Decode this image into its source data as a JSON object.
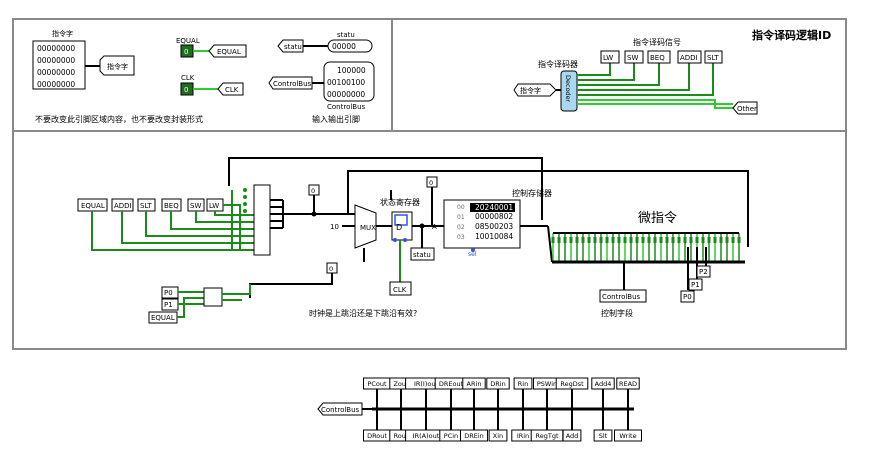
{
  "title": "指令译码逻辑ID",
  "top_left": {
    "instr_word_label": "指令字",
    "bits": [
      "00000000",
      "00000000",
      "00000000",
      "00000000"
    ],
    "instr_tunnel": "指令字",
    "equal_label": "EQUAL",
    "equal_value": "0",
    "equal_tunnel": "EQUAL",
    "clk_label": "CLK",
    "clk_value": "0",
    "clk_tunnel": "CLK",
    "statu_label": "statu",
    "statu_tunnel": "statu",
    "statu_value": "00000",
    "cb_tunnel": "ControlBus",
    "cb_bits": [
      "100000",
      "00100100",
      "00000000"
    ],
    "cb_label": "ControlBus",
    "note": "不要改变此引脚区域内容，也不要改变封装形式",
    "io_title": "输入输出引脚"
  },
  "decoder": {
    "section_title": "指令译码信号",
    "decoder_title": "指令译码器",
    "input_tunnel": "指令字",
    "block_label": "Decoder",
    "outputs": [
      "LW",
      "SW",
      "BEQ",
      "ADDI",
      "SLT"
    ],
    "other": "Other"
  },
  "fsm": {
    "inputs": [
      "EQUAL",
      "ADDI",
      "SLT",
      "BEQ",
      "SW",
      "LW"
    ],
    "const_top": "0",
    "const_mid": "0",
    "const_right": "0",
    "mux_const": "10",
    "mux_label": "MUX",
    "state_reg_title": "状态寄存器",
    "d_label": "D",
    "statu_tunnel": "statu",
    "clk_tunnel": "CLK",
    "p_inputs": [
      "P0",
      "P1",
      "EQUAL"
    ],
    "clock_note": "时钟是上跳沿还是下跳沿有效?",
    "rom_title": "控制存储器",
    "rom_addrs": [
      "00",
      "01",
      "02",
      "03"
    ],
    "rom_values": [
      "20240001",
      "00000802",
      "08500203",
      "10010084"
    ],
    "rom_sel": "sel",
    "micro_title": "微指令",
    "p_outputs": [
      "P2",
      "P1",
      "P0"
    ],
    "cb_tunnel": "ControlBus",
    "control_field": "控制字段",
    "addr_label": "A"
  },
  "bus": {
    "input": "ControlBus",
    "top": [
      "PCout",
      "Zout",
      "IR(I)out",
      "DREout",
      "ARin",
      "DRin",
      "Rin",
      "PSWin",
      "RegDst",
      "Add4",
      "READ"
    ],
    "bottom": [
      "DRout",
      "Rout",
      "IR(A)out",
      "PCin",
      "DREin",
      "Xin",
      "IRin",
      "RegTgt",
      "Add",
      "Slt",
      "Write"
    ]
  }
}
